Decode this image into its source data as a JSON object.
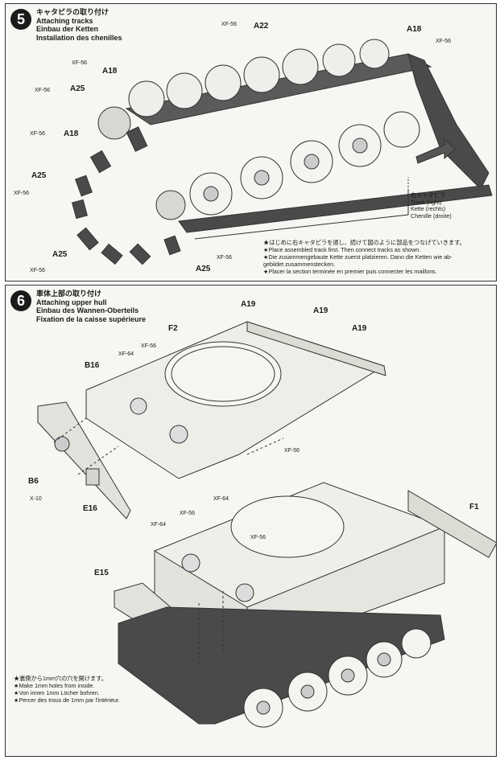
{
  "step5": {
    "number": "5",
    "title_jp": "キャタピラの取り付け",
    "title_en": "Attaching tracks",
    "title_de": "Einbau der Ketten",
    "title_fr": "Installation des chenilles",
    "labels": [
      "A22",
      "A18",
      "A18",
      "A25",
      "A18",
      "A25",
      "A25",
      "A25"
    ],
    "paint": [
      "XF-56",
      "XF-56",
      "XF-56",
      "XF-56",
      "XF-56",
      "XF-56",
      "XF-56",
      "XF-56"
    ],
    "track_caption": [
      "右キャタピラ",
      "Track (right)",
      "Kette (rechts)",
      "Chenille (droite)"
    ],
    "notes": [
      "★はじめに右キャタピラを通し、続けて図のように部品をつなげていきます。",
      "★Place assembled track first. Then connect tracks as shown.",
      "★Die zusammengebaute Kette zuerst platzieren. Dann die Ketten wie ab-",
      "gebildet zusammenstecken.",
      "★Placer la section terminée en premier puis connecter les maillons."
    ]
  },
  "step6": {
    "number": "6",
    "title_jp": "車体上部の取り付け",
    "title_en": "Attaching upper hull",
    "title_de": "Einbau des Wannen-Oberteils",
    "title_fr": "Fixation de la caisse supérieure",
    "labels": [
      "A19",
      "A19",
      "A19",
      "F2",
      "B16",
      "B6",
      "E16",
      "F1",
      "E15"
    ],
    "paint": [
      "XF-56",
      "XF-64",
      "XF-56",
      "X-10",
      "XF-64",
      "XF-56",
      "XF-64",
      "XF-56"
    ],
    "notes": [
      "★裏側から1mm穴の穴を開けます。",
      "★Make 1mm holes from inside.",
      "★Von innen 1mm Löcher bohren.",
      "★Percer des trous de 1mm par l'intérieur."
    ]
  },
  "colors": {
    "ink": "#1a1a1a",
    "paper": "#f7f6f2",
    "hull": "#e9e7e1",
    "track": "#4a4a4a"
  }
}
